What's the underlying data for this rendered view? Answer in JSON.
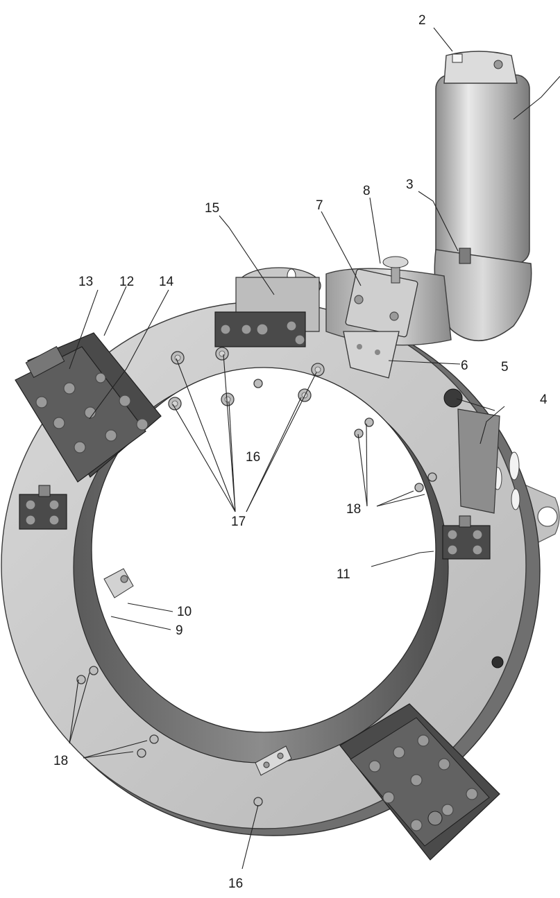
{
  "callouts": [
    {
      "id": "c2",
      "label": "2"
    },
    {
      "id": "c3",
      "label": "3"
    },
    {
      "id": "c4",
      "label": "4"
    },
    {
      "id": "c5",
      "label": "5"
    },
    {
      "id": "c6",
      "label": "6"
    },
    {
      "id": "c7",
      "label": "7"
    },
    {
      "id": "c8",
      "label": "8"
    },
    {
      "id": "c9",
      "label": "9"
    },
    {
      "id": "c10",
      "label": "10"
    },
    {
      "id": "c11",
      "label": "11"
    },
    {
      "id": "c12",
      "label": "12"
    },
    {
      "id": "c13",
      "label": "13"
    },
    {
      "id": "c14",
      "label": "14"
    },
    {
      "id": "c15",
      "label": "15"
    },
    {
      "id": "c16a",
      "label": "16"
    },
    {
      "id": "c16b",
      "label": "16"
    },
    {
      "id": "c17",
      "label": "17"
    },
    {
      "id": "c18a",
      "label": "18"
    },
    {
      "id": "c18b",
      "label": "18"
    }
  ],
  "colors": {
    "ring_face": "#c6c6c6",
    "ring_edge": "#6f6f6f",
    "motor_body": "#b8b8b8",
    "dark_block": "#4a4a4a",
    "line": "#222222"
  }
}
